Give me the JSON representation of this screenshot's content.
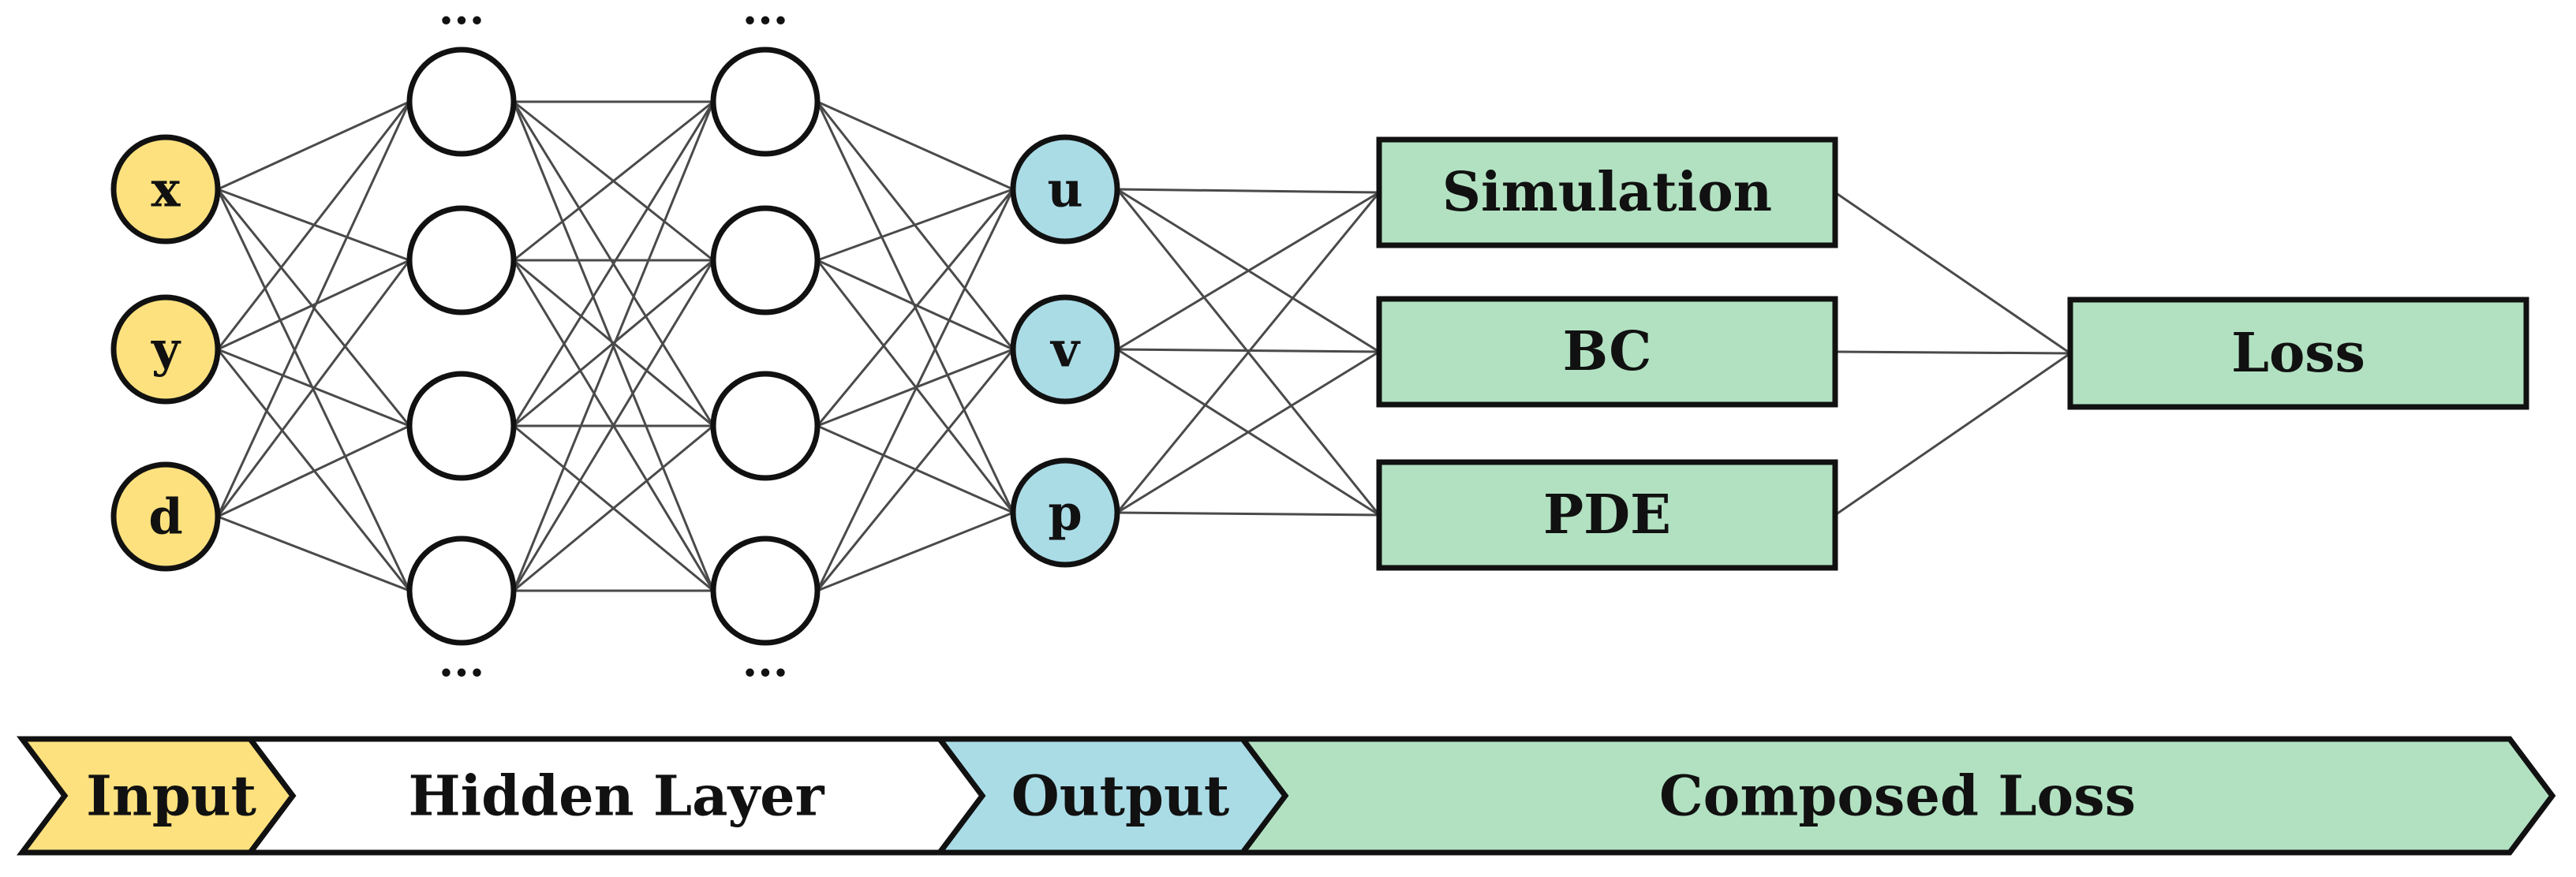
{
  "colors": {
    "input": "#fde17e",
    "output": "#aadce6",
    "loss": "#b1e1c1",
    "hidden": "#ffffff",
    "stroke": "#111111",
    "edge": "#4a4a4a"
  },
  "network": {
    "inputs": [
      "x",
      "y",
      "d"
    ],
    "outputs": [
      "u",
      "v",
      "p"
    ],
    "ellipsis": "..."
  },
  "loss_terms": [
    "Simulation",
    "BC",
    "PDE"
  ],
  "total_loss": "Loss",
  "stages": [
    "Input",
    "Hidden Layer",
    "Output",
    "Composed Loss"
  ]
}
